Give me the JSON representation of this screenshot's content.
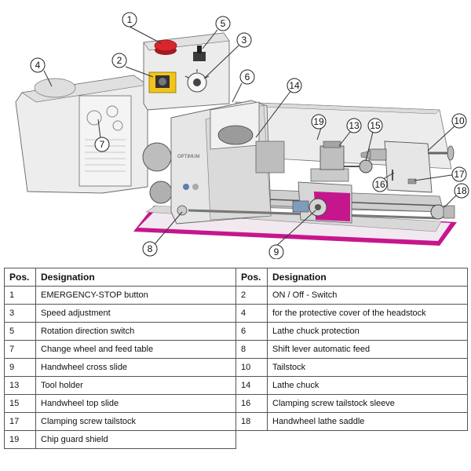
{
  "brand": "OPTIMUM",
  "callouts": [
    "1",
    "2",
    "3",
    "4",
    "5",
    "6",
    "7",
    "8",
    "9",
    "10",
    "13",
    "14",
    "15",
    "16",
    "17",
    "18",
    "19"
  ],
  "colors": {
    "base_accent": "#c6168d",
    "machine_body": "#e9e9e9",
    "emergency_stop": "#d8262d",
    "switch_yellow": "#f2c41b"
  },
  "table": {
    "headers": {
      "pos": "Pos.",
      "designation": "Designation"
    },
    "rows": [
      {
        "left": {
          "pos": "1",
          "designation": "EMERGENCY-STOP button"
        },
        "right": {
          "pos": "2",
          "designation": "ON / Off - Switch"
        }
      },
      {
        "left": {
          "pos": "3",
          "designation": "Speed adjustment"
        },
        "right": {
          "pos": "4",
          "designation": "for the protective cover of the headstock"
        }
      },
      {
        "left": {
          "pos": "5",
          "designation": "Rotation direction switch"
        },
        "right": {
          "pos": "6",
          "designation": "Lathe chuck protection"
        }
      },
      {
        "left": {
          "pos": "7",
          "designation": "Change wheel and feed table"
        },
        "right": {
          "pos": "8",
          "designation": "Shift lever automatic feed"
        }
      },
      {
        "left": {
          "pos": "9",
          "designation": "Handwheel cross slide"
        },
        "right": {
          "pos": "10",
          "designation": "Tailstock"
        }
      },
      {
        "left": {
          "pos": "13",
          "designation": "Tool holder"
        },
        "right": {
          "pos": "14",
          "designation": "Lathe chuck"
        }
      },
      {
        "left": {
          "pos": "15",
          "designation": "Handwheel top slide"
        },
        "right": {
          "pos": "16",
          "designation": "Clamping screw tailstock sleeve"
        }
      },
      {
        "left": {
          "pos": "17",
          "designation": "Clamping screw tailstock"
        },
        "right": {
          "pos": "18",
          "designation": "Handwheel lathe saddle"
        }
      },
      {
        "left": {
          "pos": "19",
          "designation": "Chip guard shield"
        },
        "right": null
      }
    ]
  }
}
